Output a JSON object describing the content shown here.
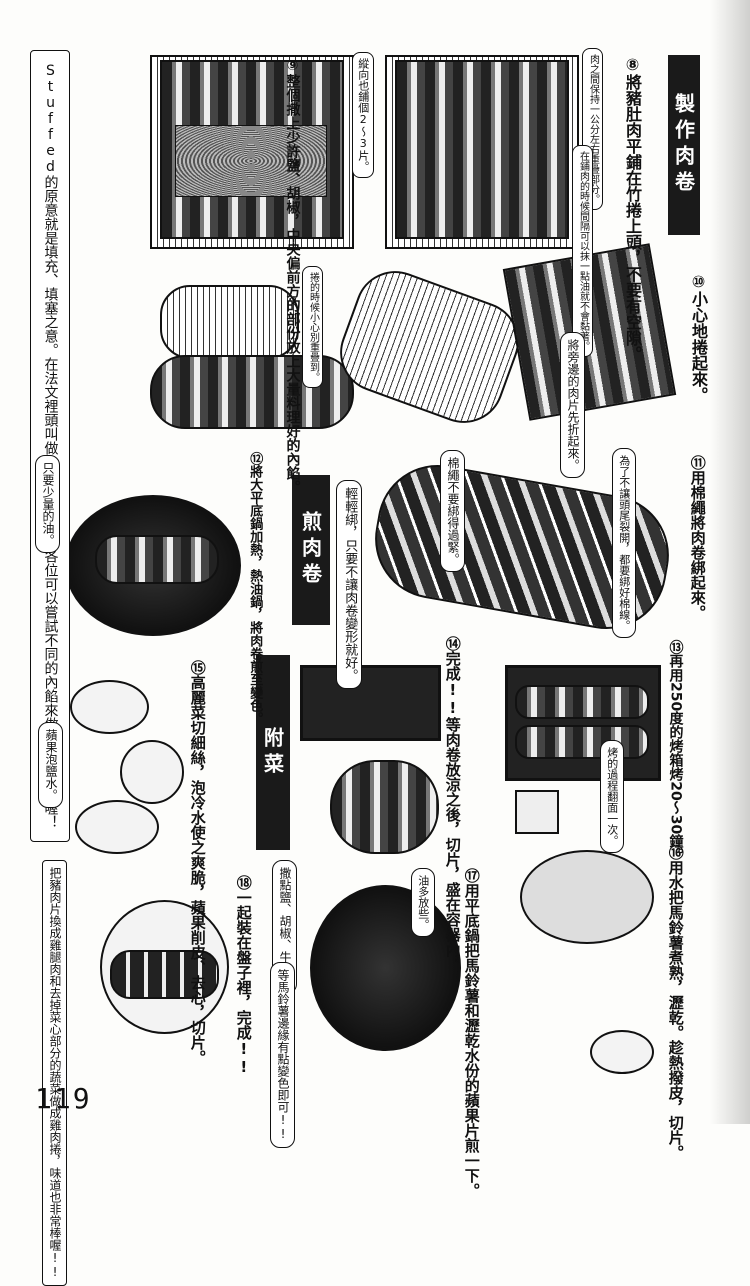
{
  "sections": {
    "make_roll": "製作肉卷",
    "fry_roll": "煎肉卷",
    "side_dish": "附菜"
  },
  "steps": {
    "s8": [
      "⑧將豬肚肉平鋪在竹捲上頭，",
      "不要有空隙。"
    ],
    "s9": [
      "⑨整個撒上少許鹽、胡椒，中",
      "央偏前方的部份放上大量料理",
      "好的內餡。"
    ],
    "s10": [
      "⑩小心地捲起來。"
    ],
    "s11": [
      "⑪用棉繩將肉卷綁起來。"
    ],
    "s12": [
      "⑫將大平底鍋加熱，熱油鍋，",
      "將肉卷煎至變色。"
    ],
    "s13": [
      "⑬再用250度的烤箱烤20〜30",
      "鐘。"
    ],
    "s14": [
      "⑭完成!!等肉卷放涼之後，切",
      "片，盛在容器內。"
    ],
    "s15": [
      "⑮高麗菜切細絲，泡冷水使之",
      "爽脆，蘋果削皮、去心，切",
      "片。"
    ],
    "s16": [
      "⑯用水把馬鈴薯煮熟，瀝",
      "乾。趁熱撥皮，切片。"
    ],
    "s17": [
      "⑰用平底鍋把馬鈴薯和瀝乾",
      "水份的蘋果片煎一下。"
    ],
    "s18": [
      "⑱一起裝在盤子裡，完成!!"
    ]
  },
  "notes": {
    "overlap": [
      "肉之間保持一公分",
      "左右重疊部分。"
    ],
    "oil": [
      "在鋪肉的時候",
      "間隔可以抹一點油",
      "就不會黏著。"
    ],
    "vertical": [
      "縱向也鋪個",
      "2〜3片。"
    ],
    "stuffed": [
      "Stuffed的原意就是填充、填塞之意。",
      "在法文裡頭叫做Farci。",
      "各位可以嘗試不同的內餡來做，",
      "非常好玩喔！"
    ],
    "no_overlap": [
      "捲的時候",
      "小心別重疊到。"
    ],
    "fold": [
      "將旁邊的",
      "肉片先",
      "折起來。"
    ],
    "tie": [
      "為了不讓",
      "頭尾裂開，",
      "都要綁好棉線。"
    ],
    "not_tight": [
      "棉繩不要",
      "綁得過緊。"
    ],
    "gently": [
      "輕輕綁，只要不讓",
      "肉卷變形就好。"
    ],
    "little_oil": [
      "只要少量的油。"
    ],
    "flip": [
      "烤的過程",
      "翻面一次。"
    ],
    "salt_water": [
      "蘋果泡鹽水。"
    ],
    "more_oil": [
      "油多放些。"
    ],
    "season": [
      "撒點鹽、胡椒、",
      "牛至。"
    ],
    "edge_color": [
      "等馬鈴薯邊緣",
      "有點變色即可!!"
    ],
    "chicken": [
      "把豬肉片換成雞腿肉和去掉",
      "菜心部分的蔬菜做成雞肉捲，",
      "味道也非常棒喔!!"
    ]
  },
  "page_number": "119"
}
